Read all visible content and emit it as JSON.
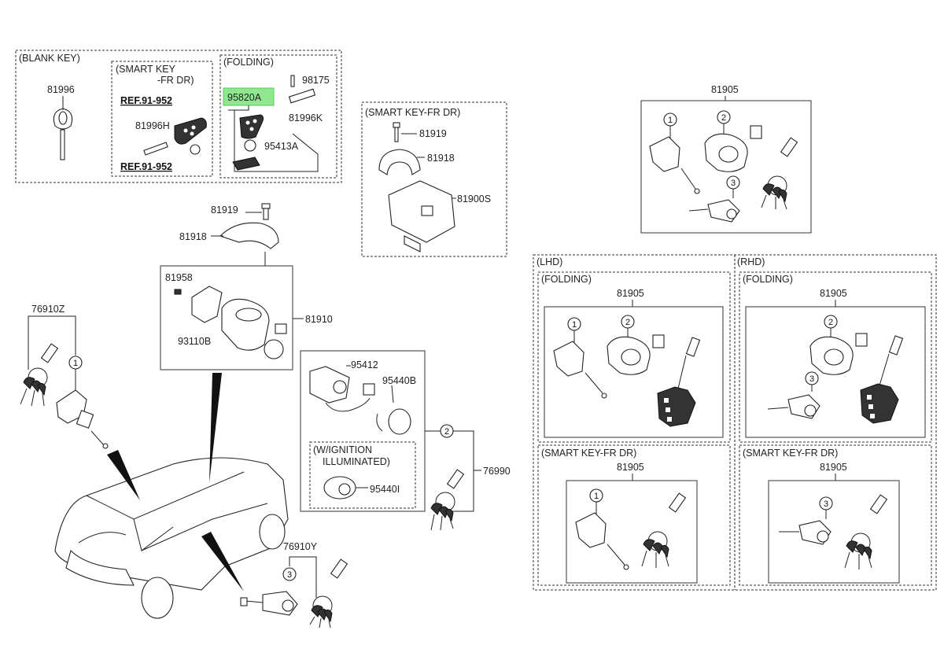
{
  "labels": {
    "blank_key": "(BLANK KEY)",
    "smart_key_fr_dr_1": "(SMART KEY",
    "smart_key_fr_dr_2": "-FR DR)",
    "folding": "(FOLDING)",
    "smart_key_fr_dr_box": "(SMART KEY-FR DR)",
    "lhd": "(LHD)",
    "rhd": "(RHD)",
    "lhd_folding": "(FOLDING)",
    "rhd_folding": "(FOLDING)",
    "lhd_smart": "(SMART KEY-FR DR)",
    "rhd_smart": "(SMART KEY-FR DR)",
    "w_ignition_1": "(W/IGNITION",
    "w_ignition_2": "ILLUMINATED)"
  },
  "refs": {
    "ref1": "REF.91-952",
    "ref2": "REF.91-952"
  },
  "highlight": {
    "part": "95820A",
    "color": "#8fe88f"
  },
  "parts": {
    "p81996": "81996",
    "p81996H": "81996H",
    "p98175": "98175",
    "p81996K": "81996K",
    "p95413A": "95413A",
    "p81919a": "81919",
    "p81918a": "81918",
    "p81900S": "81900S",
    "p81919b": "81919",
    "p81918b": "81918",
    "p81958": "81958",
    "p81910": "81910",
    "p93110B": "93110B",
    "p76910Z": "76910Z",
    "p95412": "95412",
    "p95440B": "95440B",
    "p95440I": "95440I",
    "p76990": "76990",
    "p76910Y": "76910Y",
    "p81905_top": "81905",
    "p81905_lhd_fold": "81905",
    "p81905_rhd_fold": "81905",
    "p81905_lhd_smart": "81905",
    "p81905_rhd_smart": "81905"
  },
  "callouts": {
    "c1": "1",
    "c2": "2",
    "c3": "3"
  }
}
